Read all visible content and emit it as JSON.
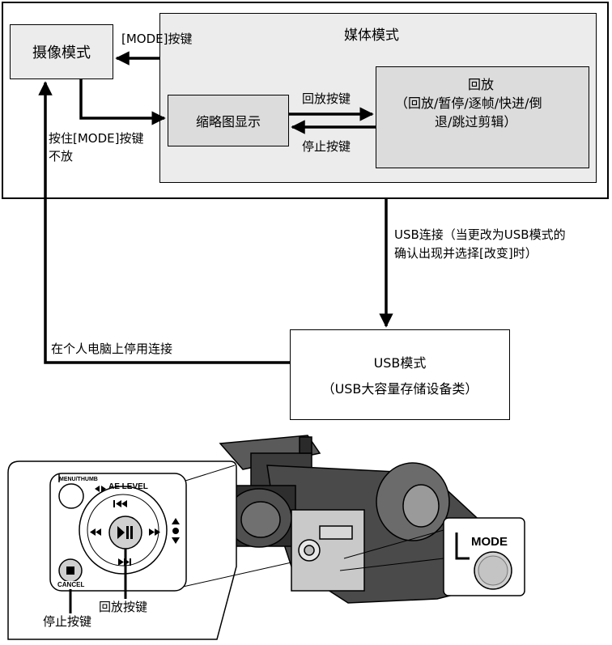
{
  "diagram": {
    "camera_mode": "摄像模式",
    "media_mode": "媒体模式",
    "thumbnail_display": "缩略图显示",
    "playback_title": "回放",
    "playback_detail_line1": "（回放/暂停/逐帧/快进/倒",
    "playback_detail_line2": "退/跳过剪辑）",
    "usb_mode": "USB模式",
    "usb_mode_detail": "（USB大容量存储设备类）",
    "label_mode_button": "[MODE]按键",
    "label_hold_mode_line1": "按住[MODE]按键",
    "label_hold_mode_line2": "不放",
    "label_playback_button": "回放按键",
    "label_stop_button": "停止按键",
    "label_usb_connect_line1": "USB连接（当更改为USB模式的",
    "label_usb_connect_line2": "确认出现并选择[改变]时）",
    "label_pc_stop": "在个人电脑上停用连接"
  },
  "illustration": {
    "menu_thumb": "MENU/THUMB",
    "ae_level": "AE LEVEL",
    "cancel": "CANCEL",
    "mode": "MODE",
    "callout_stop": "停止按键",
    "callout_playback": "回放按键"
  }
}
